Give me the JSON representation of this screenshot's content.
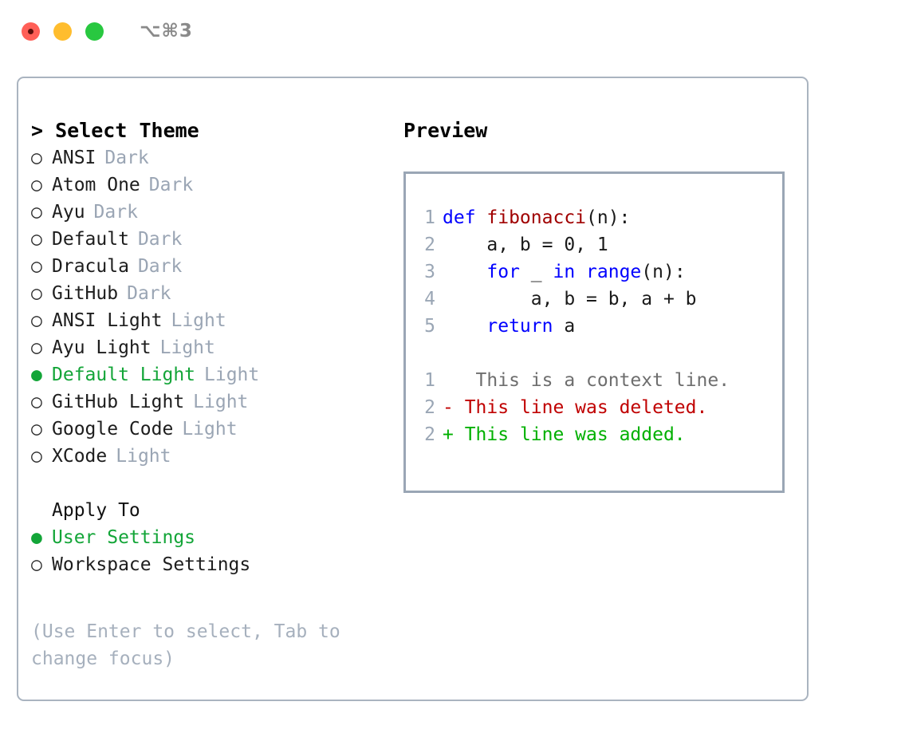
{
  "window": {
    "title": "⌥⌘3",
    "traffic_lights": [
      "close-red",
      "minimize-yellow",
      "maximize-green"
    ],
    "colors": {
      "red": "#ff5f57",
      "yellow": "#ffbd2e",
      "green": "#28c840",
      "border": "#aab4c0",
      "accent_green": "#13a538",
      "muted": "#9aa5b4"
    }
  },
  "theme_panel": {
    "title": "> Select Theme",
    "bullet_selected": "●",
    "bullet_unselected": "○",
    "items": [
      {
        "name": "ANSI",
        "tag": "Dark",
        "selected": false
      },
      {
        "name": "Atom One",
        "tag": "Dark",
        "selected": false
      },
      {
        "name": "Ayu",
        "tag": "Dark",
        "selected": false
      },
      {
        "name": "Default",
        "tag": "Dark",
        "selected": false
      },
      {
        "name": "Dracula",
        "tag": "Dark",
        "selected": false
      },
      {
        "name": "GitHub",
        "tag": "Dark",
        "selected": false
      },
      {
        "name": "ANSI Light",
        "tag": "Light",
        "selected": false
      },
      {
        "name": "Ayu Light",
        "tag": "Light",
        "selected": false
      },
      {
        "name": "Default Light",
        "tag": "Light",
        "selected": true
      },
      {
        "name": "GitHub Light",
        "tag": "Light",
        "selected": false
      },
      {
        "name": "Google Code",
        "tag": "Light",
        "selected": false
      },
      {
        "name": "XCode",
        "tag": "Light",
        "selected": false
      }
    ]
  },
  "apply_to": {
    "title": "Apply To",
    "items": [
      {
        "name": "User Settings",
        "selected": true
      },
      {
        "name": "Workspace Settings",
        "selected": false
      }
    ]
  },
  "hint": "(Use Enter to select, Tab to change focus)",
  "preview": {
    "title": "Preview",
    "code_lines": [
      {
        "num": "1",
        "tokens": [
          {
            "t": "def ",
            "c": "kw"
          },
          {
            "t": "fibonacci",
            "c": "fn"
          },
          {
            "t": "(n):",
            "c": "plain"
          }
        ]
      },
      {
        "num": "2",
        "tokens": [
          {
            "t": "    a, b = 0, 1",
            "c": "plain"
          }
        ]
      },
      {
        "num": "3",
        "tokens": [
          {
            "t": "    ",
            "c": "plain"
          },
          {
            "t": "for",
            "c": "kw"
          },
          {
            "t": " _ ",
            "c": "plain"
          },
          {
            "t": "in",
            "c": "kw"
          },
          {
            "t": " ",
            "c": "plain"
          },
          {
            "t": "range",
            "c": "kw"
          },
          {
            "t": "(n):",
            "c": "plain"
          }
        ]
      },
      {
        "num": "4",
        "tokens": [
          {
            "t": "        a, b = b, a + b",
            "c": "plain"
          }
        ]
      },
      {
        "num": "5",
        "tokens": [
          {
            "t": "    ",
            "c": "plain"
          },
          {
            "t": "return",
            "c": "kw"
          },
          {
            "t": " a",
            "c": "plain"
          }
        ]
      }
    ],
    "diff_lines": [
      {
        "num": "1",
        "marker": " ",
        "text": "  This is a context line.",
        "kind": "context"
      },
      {
        "num": "2",
        "marker": "-",
        "text": " This line was deleted.",
        "kind": "deleted"
      },
      {
        "num": "2",
        "marker": "+",
        "text": " This line was added.",
        "kind": "added"
      }
    ]
  }
}
